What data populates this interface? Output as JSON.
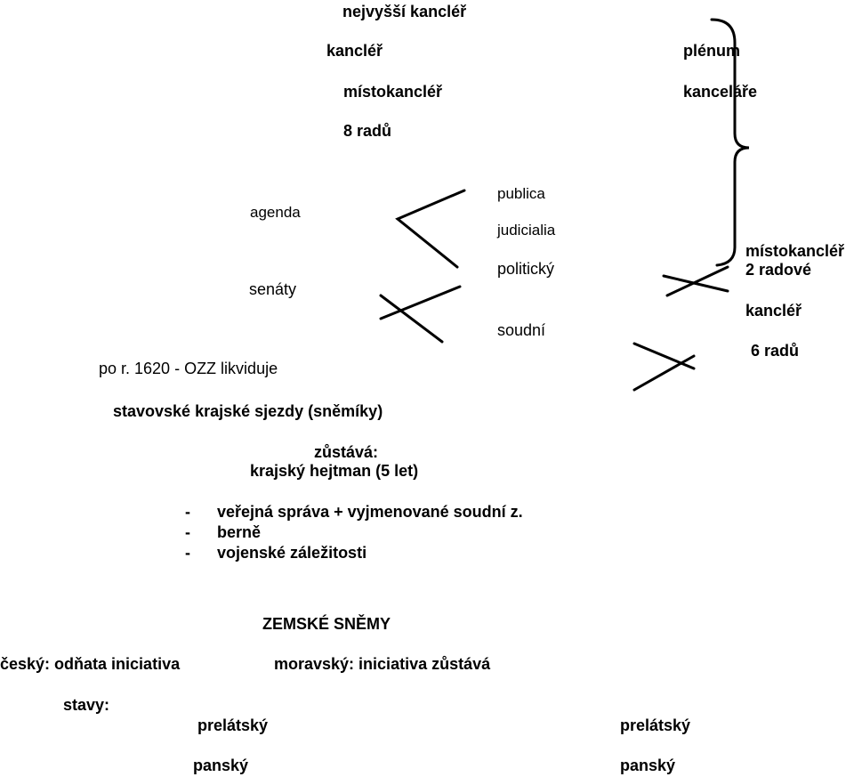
{
  "office": {
    "supreme_chancellor": "nejvyšší kancléř",
    "chancellor": "kancléř",
    "vice_chancellor": "místokancléř",
    "councillors": "8  radů",
    "plenum": "plénum",
    "chancellery": "kanceláře"
  },
  "agenda": {
    "agenda": "agenda",
    "senates": "senáty",
    "publica": "publica",
    "judicialia": "judicialia",
    "political": "politický",
    "judicial": "soudní",
    "vice_chancellor": "místokancléř",
    "two_ranks": "2 radové",
    "chancellor": "kancléř",
    "six_councillors": "6 radů"
  },
  "after1620": {
    "liquidated": "po r. 1620  -  OZZ likviduje",
    "regional_assemblies": "stavovské krajské sjezdy (sněmíky)",
    "remains": "zůstává:",
    "governor": "krajský hejtman  (5 let)",
    "duties": [
      {
        "dash": "-",
        "text": "veřejná správa + vyjmenované soudní z."
      },
      {
        "dash": "-",
        "text": "berně"
      },
      {
        "dash": "-",
        "text": "vojenské záležitosti"
      }
    ]
  },
  "diets": {
    "title": "ZEMSKÉ  SNĚMY",
    "bohemian": "český: odňata iniciativa",
    "moravian": "moravský: iniciativa zůstává",
    "estates_label": "stavy:",
    "left_prelate": "prelátský",
    "left_lord": "panský",
    "right_prelate": "prelátský",
    "right_lord": "panský"
  }
}
